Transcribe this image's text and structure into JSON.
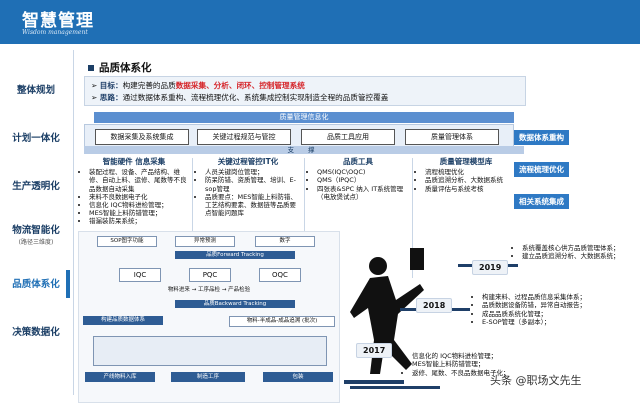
{
  "header": {
    "title": "智慧管理",
    "subtitle": "Wisdom management"
  },
  "sidebar": {
    "items": [
      {
        "label": "整体规划"
      },
      {
        "label": "计划一体化"
      },
      {
        "label": "生产透明化"
      },
      {
        "label": "物流智能化",
        "sub": "(路径三维度)"
      },
      {
        "label": "品质体系化"
      },
      {
        "label": "决策数据化"
      }
    ]
  },
  "section": {
    "title": "品质体系化"
  },
  "goal": {
    "label": "目标：",
    "text_before": "构建完善的品质",
    "highlight": "数据采集、分析、闭环、控制管理系统",
    "idea_label": "思路：",
    "idea_text": "通过数据体系重构、流程梳理优化、系统集成控制实现制造全程的品质管控覆盖"
  },
  "banner": "质量管理信息化",
  "categories": [
    "数据采集及系统集成",
    "关键过程规范与管控",
    "品质工具应用",
    "质量管理体系"
  ],
  "support_label": "支 撑",
  "right_labels": [
    "数据体系重构",
    "流程梳理优化",
    "相关系统集成"
  ],
  "columns": [
    {
      "head": "智能硬件 信息采集",
      "items": [
        "装配过程、设备、产品结构、维修、自动上料、运修、尾数等不良品数据自动采集",
        "来料不良数据电子化",
        "信息化 IQC物料进检管理；",
        "MES智能上料防错管理；",
        "错漏装防呆系统；"
      ]
    },
    {
      "head": "关键过程管控IT化",
      "items": [
        "人员关键岗位管理；",
        "防呆防错、资质管理、培训、E-sop管理",
        "品质要点：MES智能上料防错、工艺结构要素、数据链等品质要点智能问题库"
      ]
    },
    {
      "head": "品质工具",
      "items": [
        "QMS(IQC\\OQC)",
        "QMS（IPQC）",
        "四张表&SPC 纳入 IT系统管理（电放煲试点）"
      ]
    },
    {
      "head": "质量管理模型库",
      "items": [
        "流程梳理优化",
        "品质追溯分析、大数据系统",
        "质量评估与系统考核"
      ]
    }
  ],
  "diagram": {
    "top_labels": [
      "SOP图字功能",
      "异常预测",
      "数字"
    ],
    "tracking_label": "品质Forward Tracking",
    "stations": [
      "IQC",
      "PQC",
      "OQC"
    ],
    "flow_label": "物料进来 → 工序品检 → 产品检验",
    "backward_label": "品质Backward Tracking",
    "bottom_title": "构建品质数据体系",
    "bottom_right": "物料-半成品-成品追溯 (批次)",
    "process": [
      "产线物料入库",
      "制造工序",
      "包装"
    ]
  },
  "timeline": {
    "years": [
      "2017",
      "2018",
      "2019"
    ],
    "y2019": [
      "系统覆盖核心供方品质管理体系；",
      "建立品质追溯分析、大数据系统；"
    ],
    "y2018": [
      "构建来料、过程品质信息采集体系；",
      "品质数据设备防错，异常自动报告；",
      "成品品质系统化管理；",
      "E-SOP管理（多副本）；"
    ],
    "y2017": [
      "信息化的 IQC物料进检管理；",
      "MES智能上料防错管理；",
      "返修、尾数、不良品数据电子化；"
    ]
  },
  "watermark": "头条 @职场文先生",
  "colors": {
    "header": "#1f6fb5",
    "accent_red": "#d6252a",
    "nav_text": "#1c3f66",
    "label_blue": "#2e79c4"
  }
}
